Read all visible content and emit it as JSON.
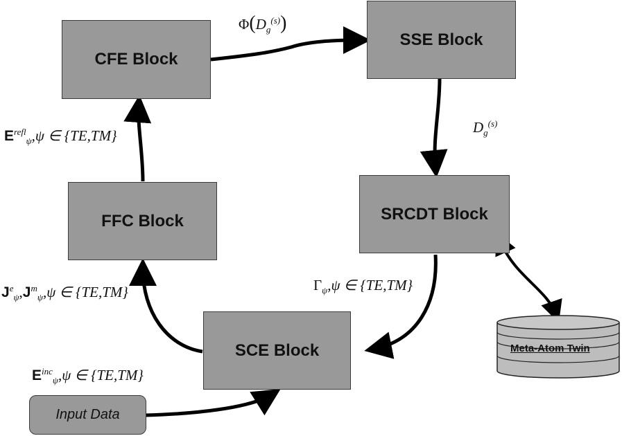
{
  "blocks": {
    "cfe": "CFE Block",
    "sse": "SSE Block",
    "srcdt": "SRCDT Block",
    "ffc": "FFC Block",
    "sce": "SCE Block",
    "input": "Input Data",
    "twin": "Meta-Atom Twin"
  },
  "labels": {
    "phi_symbol": "Φ",
    "dg": "D",
    "g": "g",
    "s": "(s)",
    "E": "E",
    "refl": "refl",
    "inc": "inc",
    "psi": "ψ",
    "psi_in": ",ψ ∈",
    "set": "{TE,TM}",
    "J": "J",
    "e": "e",
    "m": "m",
    "gamma": "Γ",
    "comma": ","
  },
  "colors": {
    "block_fill": "#999999",
    "block_border": "#3a3a3a",
    "arrow": "#000000",
    "cylinder_fill": "#bdbdbd"
  }
}
